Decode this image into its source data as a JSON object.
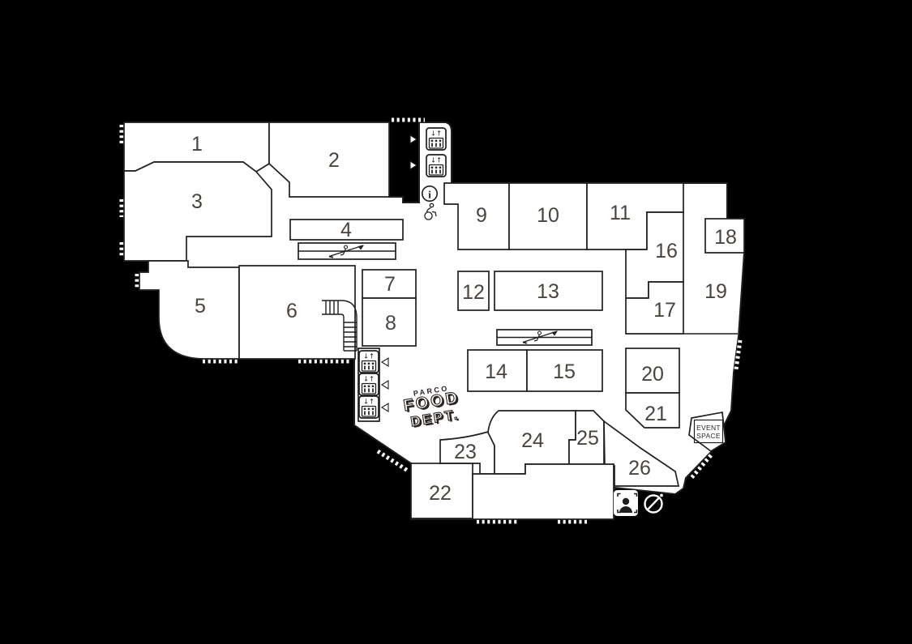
{
  "map_title": "mall-floor-plan",
  "units": [
    {
      "no": "1"
    },
    {
      "no": "2"
    },
    {
      "no": "3"
    },
    {
      "no": "4"
    },
    {
      "no": "5"
    },
    {
      "no": "6"
    },
    {
      "no": "7"
    },
    {
      "no": "8"
    },
    {
      "no": "9"
    },
    {
      "no": "10"
    },
    {
      "no": "11"
    },
    {
      "no": "12"
    },
    {
      "no": "13"
    },
    {
      "no": "14"
    },
    {
      "no": "15"
    },
    {
      "no": "16"
    },
    {
      "no": "17"
    },
    {
      "no": "18"
    },
    {
      "no": "19"
    },
    {
      "no": "20"
    },
    {
      "no": "21"
    },
    {
      "no": "22"
    },
    {
      "no": "23"
    },
    {
      "no": "24"
    },
    {
      "no": "25"
    },
    {
      "no": "26"
    }
  ],
  "logo": {
    "brand": "PARCO",
    "line1": "FOOD",
    "line2": "DEPT."
  },
  "event_space": {
    "line1": "EVENT",
    "line2": "SPACE"
  },
  "icons": {
    "elevator_arrows": "↓↑",
    "info_glyph": "i",
    "elevator": "elevator-icon",
    "escalator": "escalator-icon",
    "stairs": "stairs-icon",
    "info": "information-icon",
    "wheelchair": "wheelchair-accessible-icon",
    "photo_booth": "photo-booth-icon",
    "clock": "clock-icon"
  },
  "colors": {
    "background": "#000000",
    "floor": "#ffffff",
    "line": "#1f1f1f",
    "label": "#4a443e"
  }
}
